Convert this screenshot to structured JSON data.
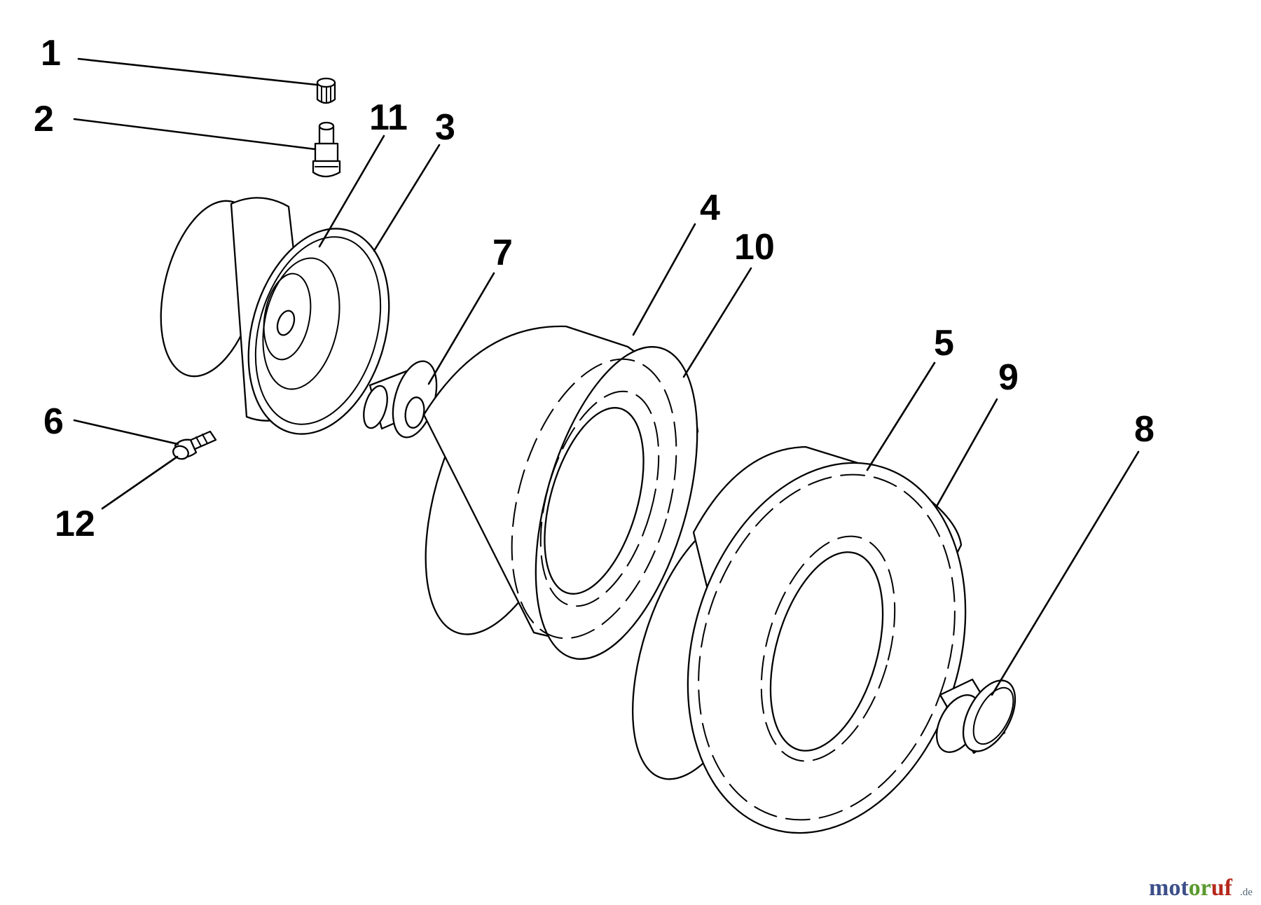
{
  "callouts": [
    "1",
    "2",
    "11",
    "3",
    "4",
    "10",
    "7",
    "5",
    "9",
    "8",
    "6",
    "12"
  ],
  "watermark": {
    "parts": [
      "mot",
      "or",
      "uf"
    ],
    "suffix": ".de",
    "colors": [
      "#3c4f8a",
      "#5a9a2e",
      "#b6281c"
    ]
  }
}
